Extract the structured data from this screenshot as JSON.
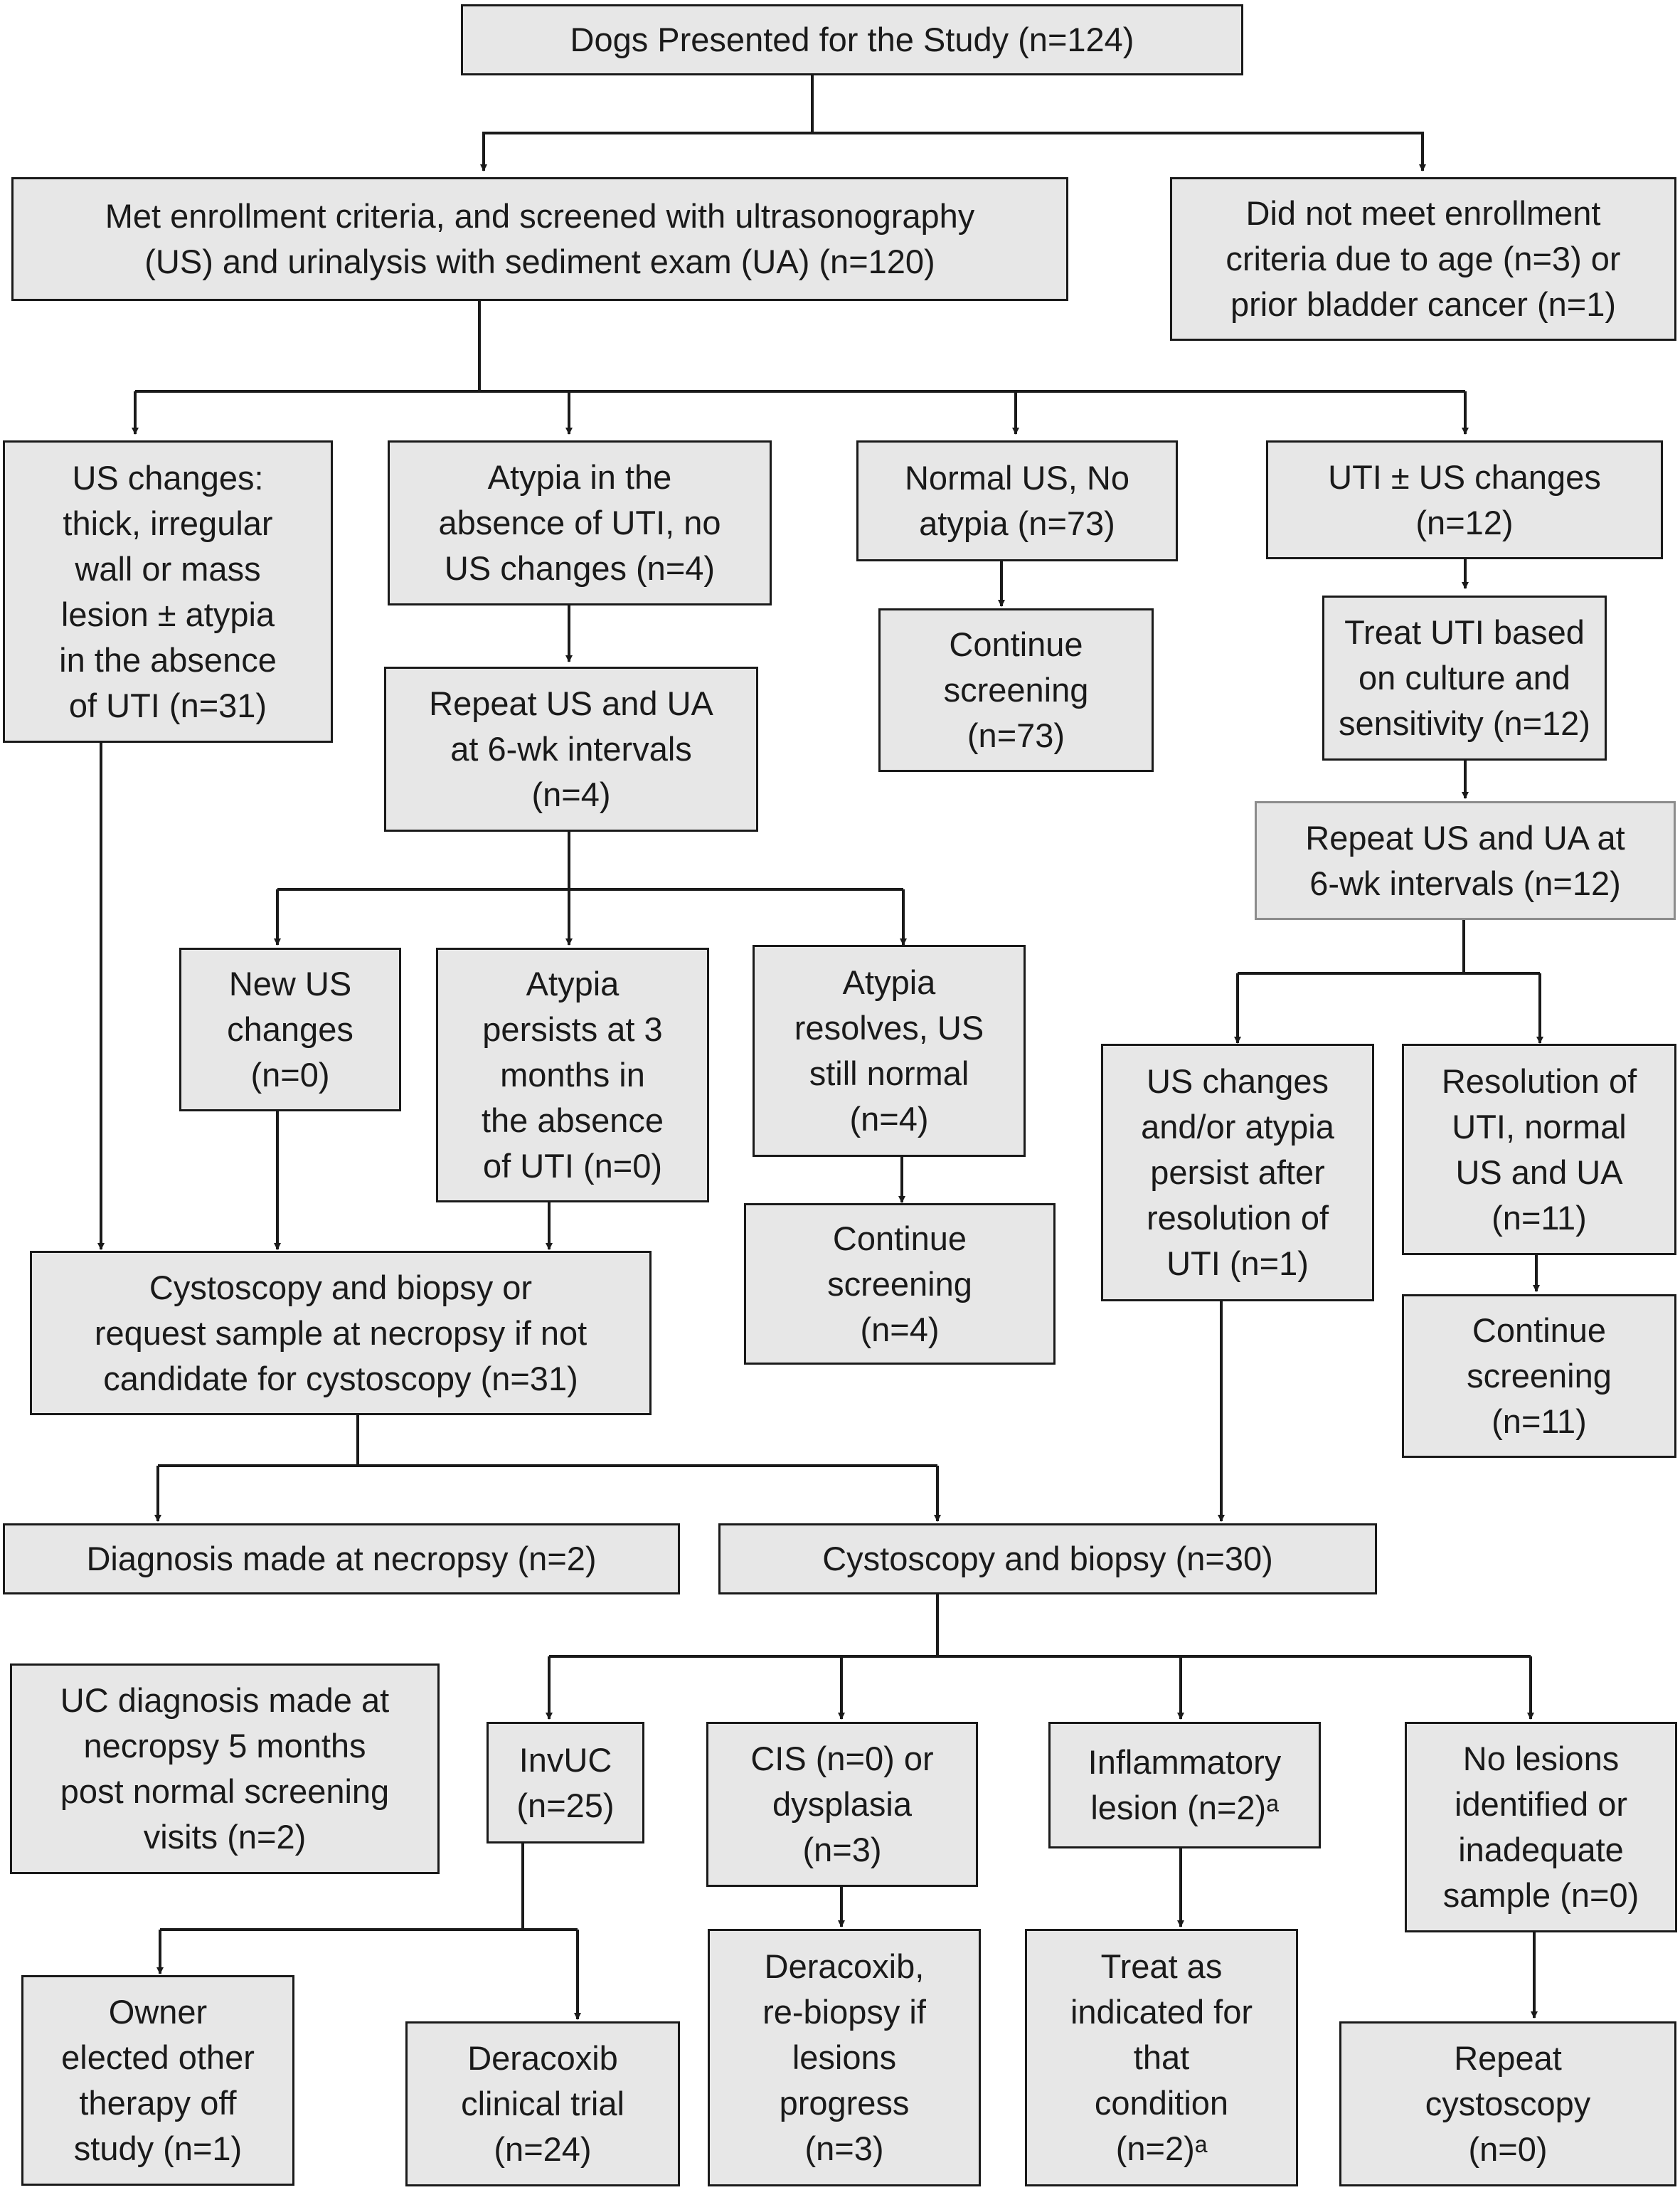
{
  "colors": {
    "box_fill": "#e7e7e7",
    "box_border": "#1a1a1a",
    "soft_border": "#8c8c8c",
    "connector": "#1a1a1a"
  },
  "boxes": {
    "presented": {
      "lines": [
        "Dogs Presented for the Study (n=124)"
      ]
    },
    "enrolled": {
      "lines": [
        "Met enrollment criteria, and screened with ultrasonography",
        "(US) and urinalysis with sediment exam (UA) (n=120)"
      ]
    },
    "excluded": {
      "lines": [
        "Did not meet enrollment",
        "criteria due to age (n=3) or",
        "prior bladder cancer (n=1)"
      ]
    },
    "us_changes": {
      "lines": [
        "US changes:",
        "thick, irregular",
        "wall or mass",
        "lesion ± atypia",
        "in the absence",
        "of UTI (n=31)"
      ]
    },
    "atypia": {
      "lines": [
        "Atypia in the",
        "absence of UTI, no",
        "US changes (n=4)"
      ]
    },
    "normal": {
      "lines": [
        "Normal US, No",
        "atypia (n=73)"
      ]
    },
    "uti": {
      "lines": [
        "UTI ± US changes",
        "(n=12)"
      ]
    },
    "continue_73": {
      "lines": [
        "Continue",
        "screening",
        "(n=73)"
      ]
    },
    "repeat_4": {
      "lines": [
        "Repeat US and UA",
        "at 6-wk intervals",
        "(n=4)"
      ]
    },
    "treat_uti": {
      "lines": [
        "Treat UTI based",
        "on culture and",
        "sensitivity (n=12)"
      ]
    },
    "repeat_12": {
      "lines": [
        "Repeat US and UA at",
        "6-wk intervals (n=12)"
      ]
    },
    "new_us": {
      "lines": [
        "New US",
        "changes",
        "(n=0)"
      ]
    },
    "atypia_persist": {
      "lines": [
        "Atypia",
        "persists at 3",
        "months in",
        "the absence",
        "of UTI (n=0)"
      ]
    },
    "atypia_resolves": {
      "lines": [
        "Atypia",
        "resolves, US",
        "still normal",
        "(n=4)"
      ]
    },
    "us_persist": {
      "lines": [
        "US changes",
        "and/or atypia",
        "persist after",
        "resolution of",
        "UTI (n=1)"
      ]
    },
    "resolution_uti": {
      "lines": [
        "Resolution of",
        "UTI, normal",
        "US and UA",
        "(n=11)"
      ]
    },
    "cysto_31": {
      "lines": [
        "Cystoscopy and biopsy or",
        "request sample at necropsy if not",
        "candidate for cystoscopy (n=31)"
      ]
    },
    "continue_4": {
      "lines": [
        "Continue",
        "screening",
        "(n=4)"
      ]
    },
    "continue_11": {
      "lines": [
        "Continue",
        "screening",
        "(n=11)"
      ]
    },
    "diag_necropsy": {
      "lines": [
        "Diagnosis made at necropsy (n=2)"
      ]
    },
    "cysto_30": {
      "lines": [
        "Cystoscopy and biopsy (n=30)"
      ]
    },
    "uc_necropsy": {
      "lines": [
        "UC diagnosis made at",
        "necropsy 5 months",
        "post normal screening",
        "visits (n=2)"
      ]
    },
    "invuc": {
      "lines": [
        "InvUC",
        "(n=25)"
      ]
    },
    "cis": {
      "lines": [
        "CIS (n=0) or",
        "dysplasia",
        "(n=3)"
      ]
    },
    "inflammatory": {
      "lines": [
        "Inflammatory",
        "lesion  (n=2)ᵃ"
      ]
    },
    "no_lesions": {
      "lines": [
        "No lesions",
        "identified or",
        "inadequate",
        "sample (n=0)"
      ]
    },
    "owner": {
      "lines": [
        "Owner",
        "elected other",
        "therapy off",
        "study (n=1)"
      ]
    },
    "deracoxib_trial": {
      "lines": [
        "Deracoxib",
        "clinical trial",
        "(n=24)"
      ]
    },
    "deracoxib_rebiopsy": {
      "lines": [
        "Deracoxib,",
        "re-biopsy if",
        "lesions",
        "progress",
        "(n=3)"
      ]
    },
    "treat_indicated": {
      "lines": [
        "Treat as",
        "indicated for",
        "that",
        "condition",
        "(n=2)ᵃ"
      ]
    },
    "repeat_cysto": {
      "lines": [
        "Repeat",
        "cystoscopy",
        "(n=0)"
      ]
    }
  }
}
